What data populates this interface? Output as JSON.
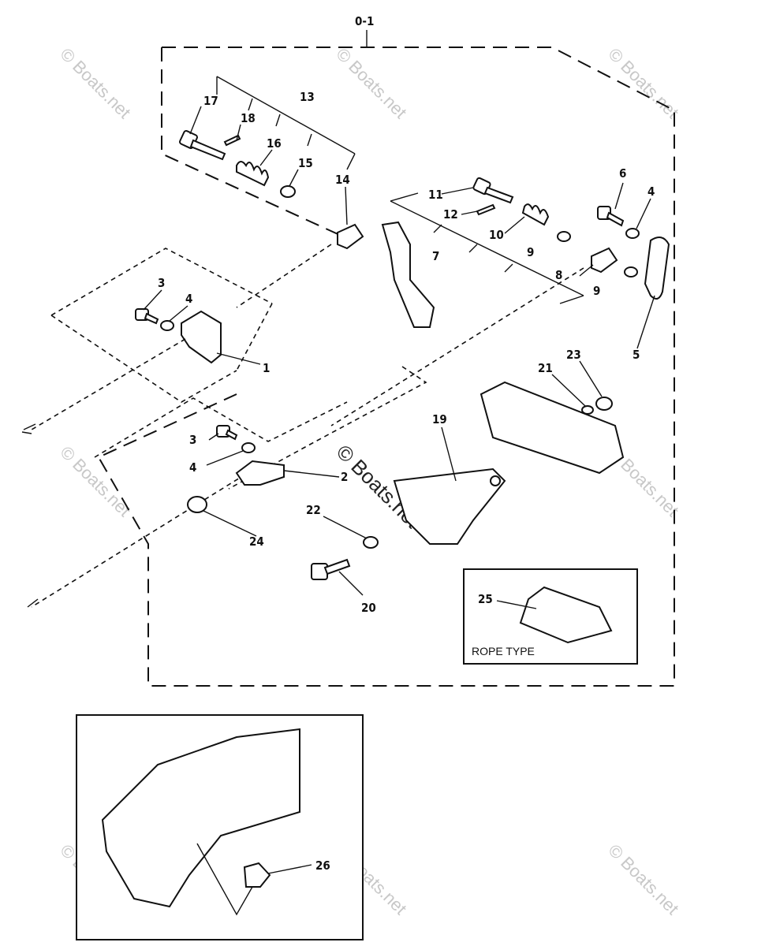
{
  "group_label": "0-1",
  "callouts": {
    "c1": "1",
    "c2": "2",
    "c3a": "3",
    "c3b": "3",
    "c4a": "4",
    "c4b": "4",
    "c4c": "4",
    "c5": "5",
    "c6": "6",
    "c7": "7",
    "c8": "8",
    "c9a": "9",
    "c9b": "9",
    "c10": "10",
    "c11": "11",
    "c12": "12",
    "c13": "13",
    "c14": "14",
    "c15": "15",
    "c16": "16",
    "c17": "17",
    "c18": "18",
    "c19": "19",
    "c20": "20",
    "c21": "21",
    "c22": "22",
    "c23": "23",
    "c24": "24",
    "c25": "25",
    "c26": "26"
  },
  "inset_caption": "ROPE TYPE",
  "watermark": "© Boats.net"
}
